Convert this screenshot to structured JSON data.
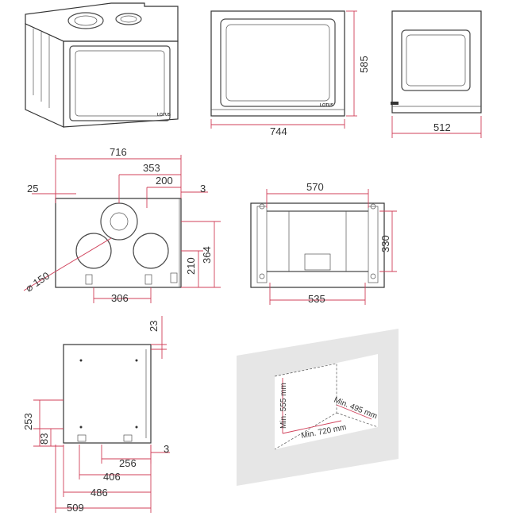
{
  "brand_label": "LOTUS",
  "colors": {
    "dimension_line": "#d0405a",
    "outline": "#333333",
    "wall": "#e6e6e6"
  },
  "views": {
    "front": {
      "width": "744",
      "height": "585"
    },
    "side": {
      "depth": "512"
    },
    "top": {
      "overall": "716",
      "a": "353",
      "b": "200",
      "c": "3",
      "left": "25",
      "flue": "⌀ 150",
      "d": "306",
      "e": "364",
      "f": "210"
    },
    "section": {
      "width": "570",
      "height": "330",
      "bottom": "535"
    },
    "rear": {
      "top": "23",
      "left_a": "253",
      "left_b": "83",
      "b1": "256",
      "b1_small": "3",
      "b2": "406",
      "b3": "486",
      "b4": "509"
    },
    "niche": {
      "min_height": "Min. 555 mm",
      "min_width": "Min. 720 mm",
      "min_depth": "Min. 495 mm"
    }
  }
}
